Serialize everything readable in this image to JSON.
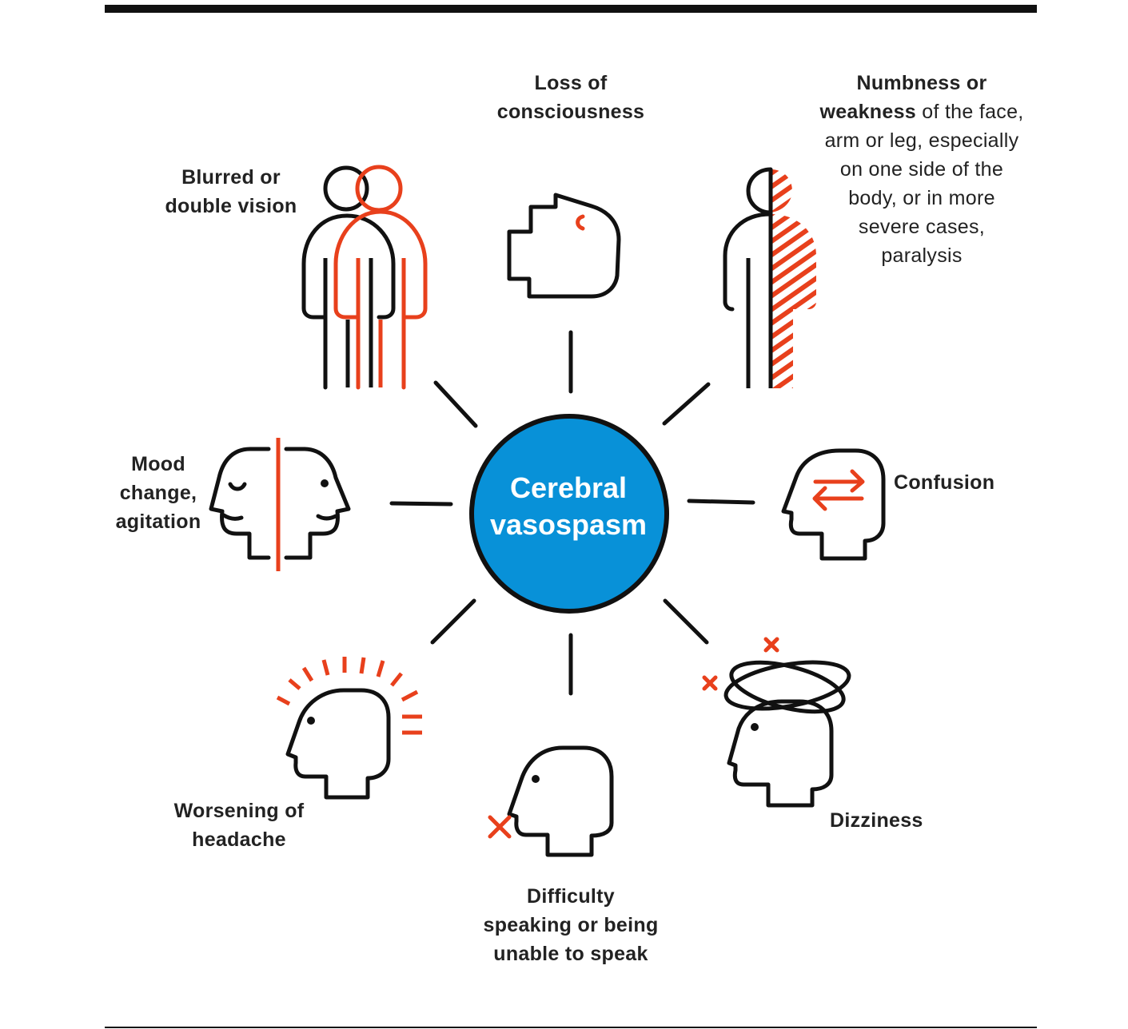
{
  "center": {
    "line1": "Cerebral",
    "line2": "vasospasm"
  },
  "colors": {
    "center_fill": "#0891d8",
    "center_border": "#111111",
    "accent": "#e8401c",
    "ink": "#111111",
    "text": "#222222"
  },
  "symptoms": {
    "loss_of_consciousness": {
      "lines": [
        "Loss of",
        "consciousness"
      ],
      "icon": "fainting-head-icon"
    },
    "numbness": {
      "bold": "Numbness or",
      "bold2": "weakness",
      "rest2": " of the face,",
      "lines": [
        "arm or leg, especially",
        "on one side of the",
        "body, or in more",
        "severe cases,",
        "paralysis"
      ],
      "icon": "half-hatched-person-icon"
    },
    "confusion": {
      "lines": [
        "Confusion"
      ],
      "icon": "head-arrows-icon"
    },
    "dizziness": {
      "lines": [
        "Dizziness"
      ],
      "icon": "dizzy-head-icon"
    },
    "difficulty_speaking": {
      "lines": [
        "Difficulty",
        "speaking or being",
        "unable to speak"
      ],
      "icon": "mute-head-icon"
    },
    "headache": {
      "lines": [
        "Worsening of",
        "headache"
      ],
      "icon": "headache-head-icon"
    },
    "mood_change": {
      "lines": [
        "Mood",
        "change,",
        "agitation"
      ],
      "icon": "split-faces-icon"
    },
    "blurred_vision": {
      "lines": [
        "Blurred or",
        "double vision"
      ],
      "icon": "double-person-icon"
    }
  }
}
